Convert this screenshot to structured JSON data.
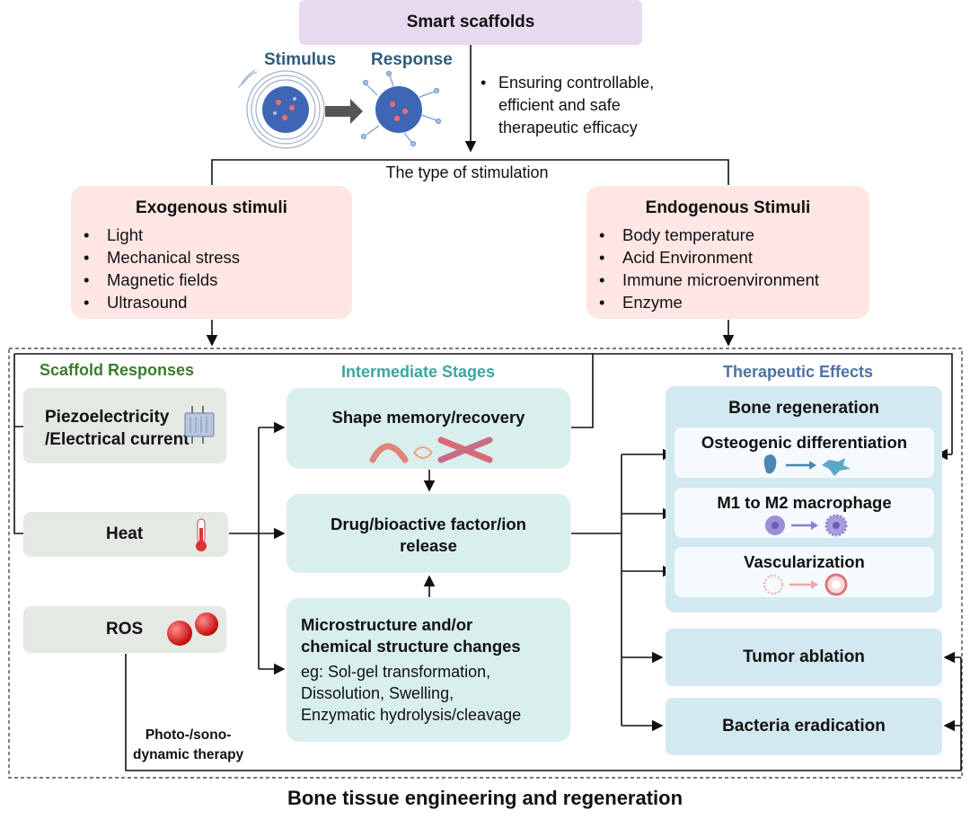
{
  "top_box": "Smart scaffolds",
  "stimulus_label": "Stimulus",
  "response_label": "Response",
  "note": [
    "Ensuring controllable,",
    "efficient and safe",
    "therapeutic efficacy"
  ],
  "note_bullet": "•",
  "stimulation_type": "The type of stimulation",
  "exogenous": {
    "title": "Exogenous stimuli",
    "items": [
      "Light",
      "Mechanical stress",
      "Magnetic fields",
      "Ultrasound"
    ]
  },
  "endogenous": {
    "title": "Endogenous Stimuli",
    "items": [
      "Body temperature",
      "Acid Environment",
      "Immune microenvironment",
      "Enzyme"
    ]
  },
  "sections": {
    "scaffold_responses": "Scaffold Responses",
    "intermediate_stages": "Intermediate Stages",
    "therapeutic_effects": "Therapeutic Effects"
  },
  "scaffold_responses": {
    "piezo": [
      "Piezoelectricity",
      "/Electrical current"
    ],
    "heat": "Heat",
    "ros": "ROS"
  },
  "intermediate": {
    "shape_memory": "Shape memory/recovery",
    "drug_release": [
      "Drug/bioactive factor/ion",
      "release"
    ],
    "microstructure_title": [
      "Microstructure and/or",
      "chemical structure changes"
    ],
    "microstructure_body": [
      "eg: Sol-gel transformation,",
      "Dissolution, Swelling,",
      "Enzymatic hydrolysis/cleavage"
    ]
  },
  "therapeutic": {
    "bone_regeneration": "Bone regeneration",
    "osteogenic": "Osteogenic differentiation",
    "macrophage": "M1 to M2 macrophage",
    "vascularization": "Vascularization",
    "tumor_ablation": "Tumor ablation",
    "bacteria": "Bacteria eradication"
  },
  "therapy_label": [
    "Photo-/sono-",
    "dynamic therapy"
  ],
  "footer": "Bone tissue engineering and regeneration",
  "colors": {
    "top_box": "#e7d9ee",
    "pink_box": "#fde6e4",
    "green_title": "#3a7d2c",
    "teal_title": "#3aa6a3",
    "blue_title": "#4d72a6",
    "mid_box": "#d9efee",
    "right_box": "#d3e9f1",
    "grey_box": "#e4e9e4"
  }
}
